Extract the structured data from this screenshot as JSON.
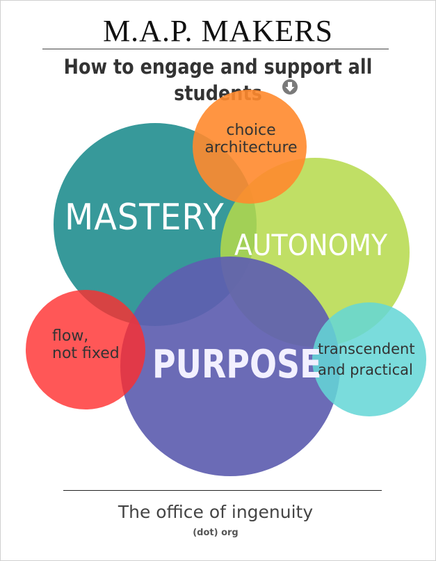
{
  "header": {
    "title": "M.A.P. MAKERS",
    "subtitle": "How to engage and support all students",
    "arrow_icon": "down-arrow-circle-icon"
  },
  "diagram": {
    "circles": [
      {
        "id": "mastery",
        "label": "MASTERY",
        "color": "#218e8f"
      },
      {
        "id": "autonomy",
        "label": "AUTONOMY",
        "color": "#b5d94a"
      },
      {
        "id": "purpose",
        "label": "PURPOSE",
        "color": "#5e5eb0"
      },
      {
        "id": "choice",
        "label_lines": [
          "choice",
          "architecture"
        ],
        "color": "#ff8a2e"
      },
      {
        "id": "flow",
        "label_lines": [
          "flow,",
          "not fixed"
        ],
        "color": "#ff2d2d"
      },
      {
        "id": "transcendent",
        "label_lines": [
          "transcendent",
          "and practical"
        ],
        "color": "#64d6d6"
      }
    ]
  },
  "footer": {
    "main": "The office of ingenuity",
    "sub": "(dot) org"
  }
}
